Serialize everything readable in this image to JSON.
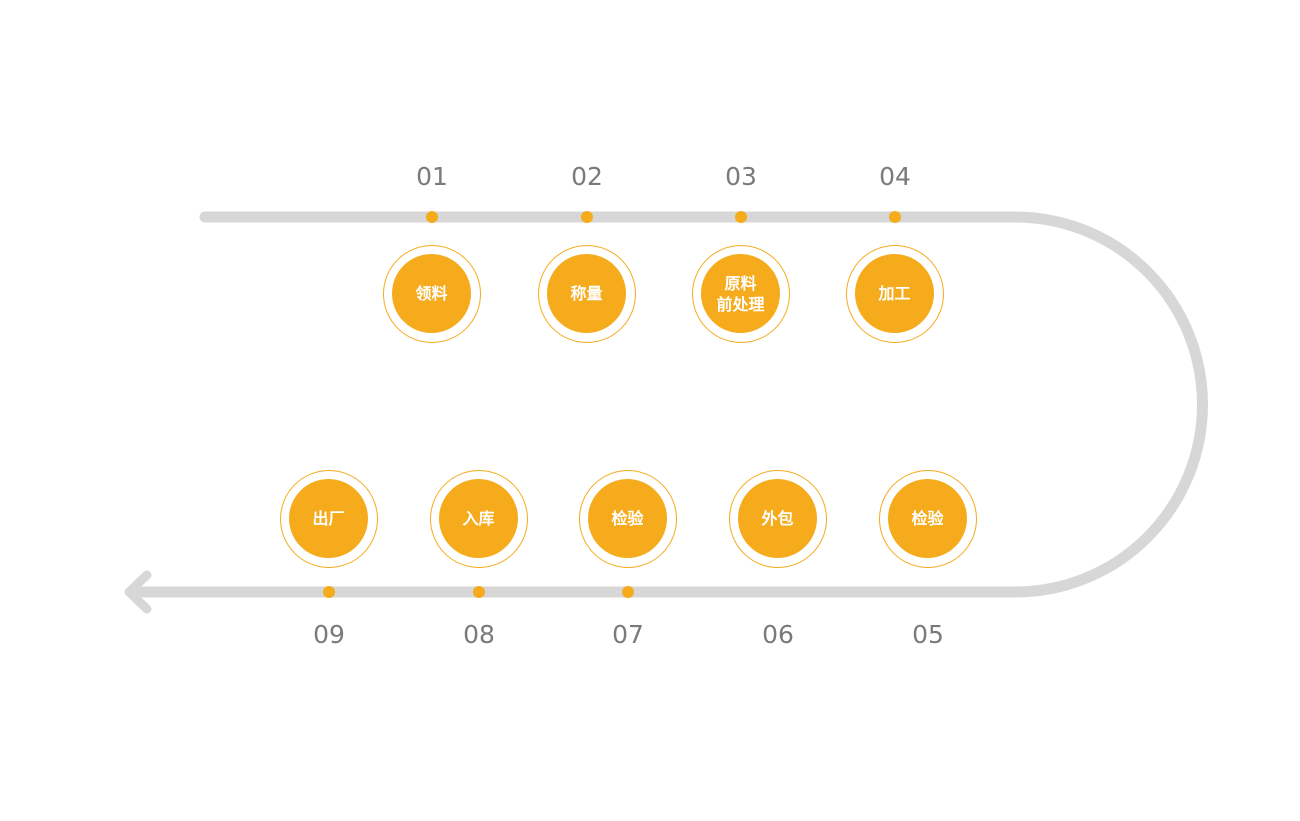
{
  "colors": {
    "track": "#d7d7d7",
    "accent": "#f5ab1c",
    "number": "#7a7a7a",
    "label": "#ffffff"
  },
  "steps": [
    {
      "number": "01",
      "label": "领料"
    },
    {
      "number": "02",
      "label": "称量"
    },
    {
      "number": "03",
      "label": "原料\n前处理"
    },
    {
      "number": "04",
      "label": "加工"
    },
    {
      "number": "05",
      "label": "检验"
    },
    {
      "number": "06",
      "label": "外包"
    },
    {
      "number": "07",
      "label": "检验"
    },
    {
      "number": "08",
      "label": "入库"
    },
    {
      "number": "09",
      "label": "出厂"
    }
  ]
}
